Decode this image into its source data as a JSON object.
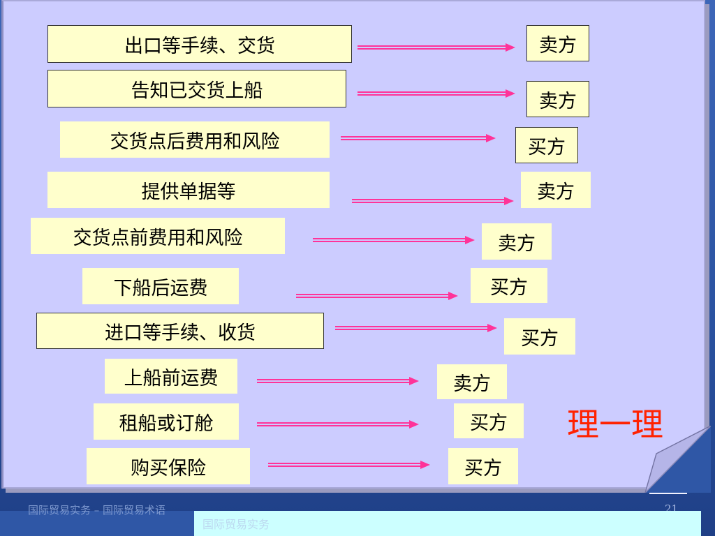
{
  "items": [
    {
      "label": "出口等手续、交货",
      "result": "卖方"
    },
    {
      "label": "告知已交货上船",
      "result": "卖方"
    },
    {
      "label": "交货点后费用和风险",
      "result": "买方"
    },
    {
      "label": "提供单据等",
      "result": "卖方"
    },
    {
      "label": "交货点前费用和风险",
      "result": "卖方"
    },
    {
      "label": "下船后运费",
      "result": "买方"
    },
    {
      "label": "进口等手续、收货",
      "result": "买方"
    },
    {
      "label": "上船前运费",
      "result": "卖方"
    },
    {
      "label": "租船或订舱",
      "result": "买方"
    },
    {
      "label": "购买保险",
      "result": "买方"
    }
  ],
  "heading": "理一理",
  "footer": {
    "left_text": "国际贸易实务 – 国际贸易术语",
    "page_number": "21",
    "tab_text": "国际贸易实务"
  },
  "colors": {
    "card": "#ccccff",
    "box": "#ffffcc",
    "arrow": "#ff3399",
    "heading": "#ff2200"
  }
}
